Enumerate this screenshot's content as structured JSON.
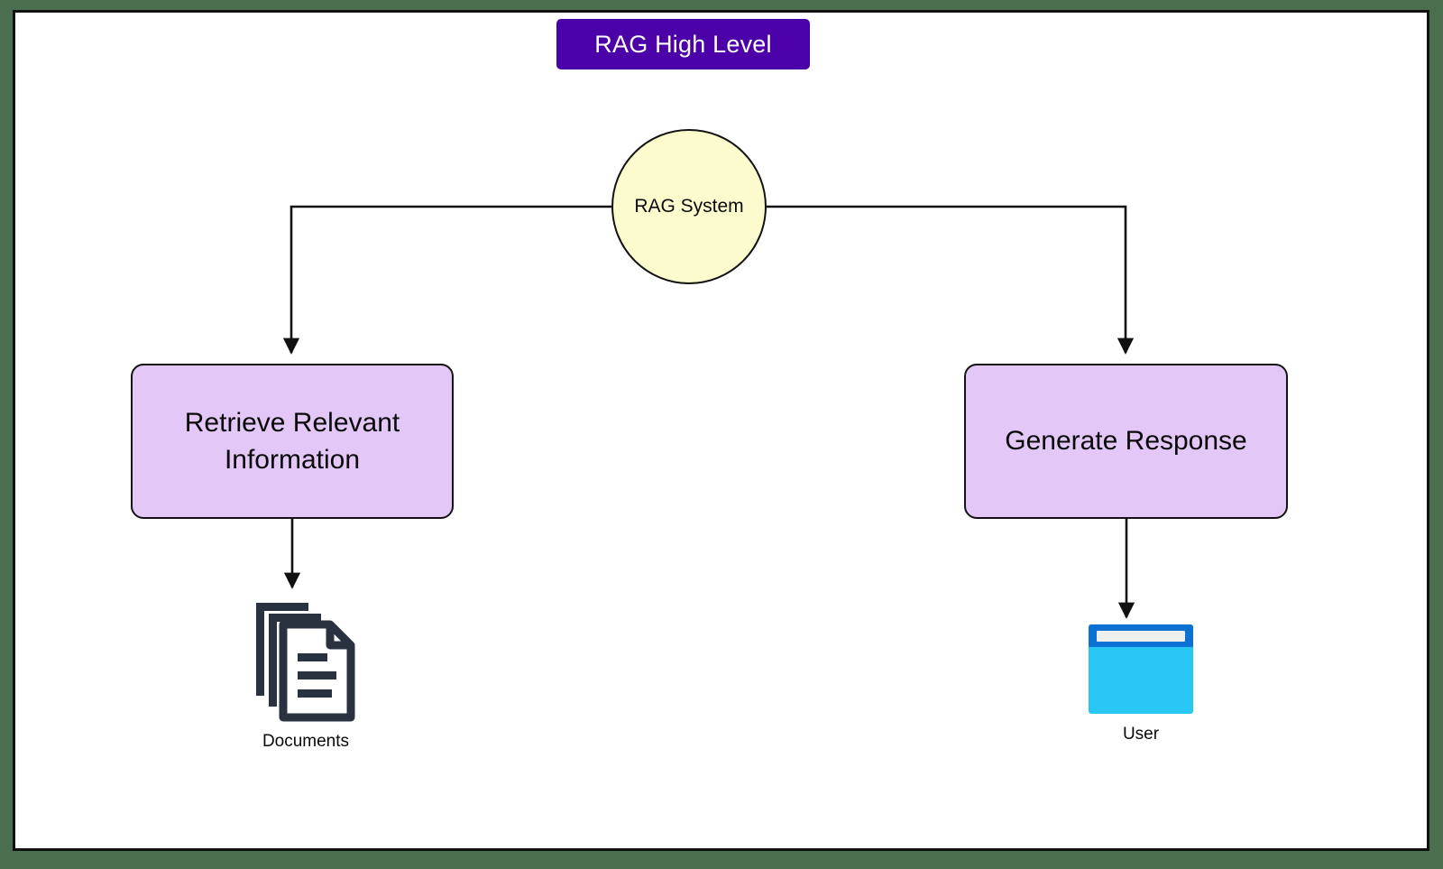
{
  "diagram": {
    "title": "RAG High Level",
    "frame_color": "#4a6e4e",
    "canvas_color": "#ffffff",
    "title_badge_color": "#4b00a8",
    "title_text_color": "#ffffff"
  },
  "nodes": {
    "rag_system": {
      "label": "RAG System",
      "shape": "circle",
      "fill": "#fbfbcd",
      "stroke": "#131313"
    },
    "retrieve": {
      "label": "Retrieve Relevant Information",
      "line1": "Retrieve Relevant",
      "line2": "Information",
      "shape": "rounded-rect",
      "fill": "#e2c7f7",
      "stroke": "#131313"
    },
    "generate": {
      "label": "Generate Response",
      "shape": "rounded-rect",
      "fill": "#e2c7f7",
      "stroke": "#131313"
    },
    "documents": {
      "label": "Documents",
      "icon": "documents-stack-icon",
      "icon_color": "#2a3240"
    },
    "user": {
      "label": "User",
      "icon": "browser-window-icon",
      "icon_body_color": "#29c8f4",
      "icon_titlebar_color": "#0b72d4",
      "icon_addressbar_color": "#eef0ee"
    }
  },
  "edges": [
    {
      "from": "rag_system",
      "to": "retrieve",
      "style": "orthogonal",
      "arrow": "end"
    },
    {
      "from": "rag_system",
      "to": "generate",
      "style": "orthogonal",
      "arrow": "end"
    },
    {
      "from": "retrieve",
      "to": "documents",
      "style": "straight",
      "arrow": "end"
    },
    {
      "from": "generate",
      "to": "user",
      "style": "straight",
      "arrow": "end"
    }
  ]
}
